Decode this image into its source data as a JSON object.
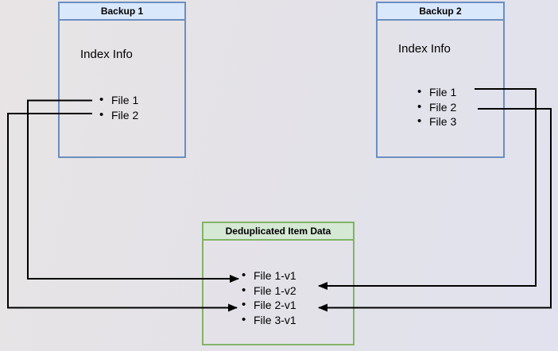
{
  "diagram": {
    "backup1": {
      "title": "Backup 1",
      "subtitle": "Index Info",
      "files": [
        "File 1",
        "File 2"
      ]
    },
    "backup2": {
      "title": "Backup 2",
      "subtitle": "Index Info",
      "files": [
        "File 1",
        "File 2",
        "File 3"
      ]
    },
    "dedup": {
      "title": "Deduplicated Item Data",
      "files": [
        "File 1-v1",
        "File 1-v2",
        "File 2-v1",
        "File 3-v1"
      ]
    },
    "connections": [
      {
        "from": "Backup 1 / File 1",
        "to": "File 1-v1"
      },
      {
        "from": "Backup 1 / File 2",
        "to": "File 2-v1"
      },
      {
        "from": "Backup 2 / File 1",
        "to": "File 1-v2"
      },
      {
        "from": "Backup 2 / File 2",
        "to": "File 2-v1"
      }
    ],
    "colors": {
      "blue_fill": "#dae8fc",
      "blue_stroke": "#6c8ebf",
      "green_fill": "#d5e8d4",
      "green_stroke": "#82b366",
      "connector": "#000000"
    }
  }
}
